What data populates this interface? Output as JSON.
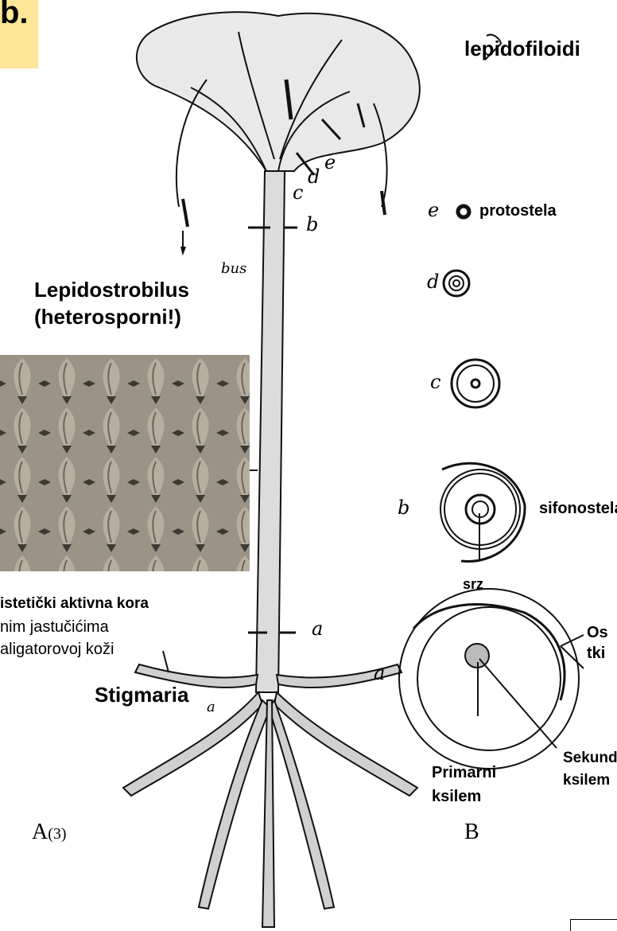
{
  "title_letter": "b.",
  "labels": {
    "lepidofiloidi": "lepidofiloidi",
    "protostela": "protostela",
    "lepidostrobilus_1": "Lepidostrobilus",
    "lepidostrobilus_2": "(heterosporni!)",
    "bus": "bus",
    "sifonostela": "sifonostela",
    "srz": "srz",
    "kora_1": "istetički aktivna kora",
    "kora_2": "nim jastučićima",
    "kora_3": "aligatorovoj koži",
    "stigmaria": "Stigmaria",
    "os_1": "Os",
    "os_2": "tki",
    "sekund_1": "Sekund",
    "sekund_2": "ksilem",
    "primarni_1": "Primarni",
    "primarni_2": "ksilem",
    "fig_a": "A",
    "fig_a_sub": "(3)",
    "fig_b": "B"
  },
  "section_letters": {
    "c": "c",
    "d": "d",
    "e": "e",
    "b": "b",
    "a": "a",
    "a_root": "a",
    "sec_e": "e",
    "sec_d": "d",
    "sec_c": "c",
    "sec_b": "b",
    "sec_a": "a"
  },
  "colors": {
    "highlight": "#ffe699",
    "ink": "#111111",
    "bark": "#8a8276"
  }
}
